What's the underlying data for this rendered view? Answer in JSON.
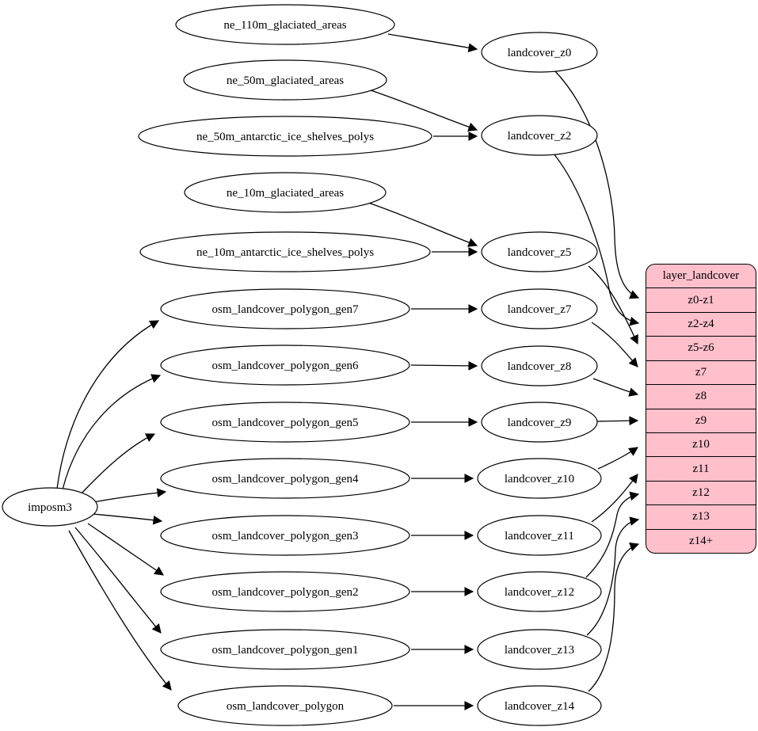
{
  "graph": {
    "imposm3_label": "imposm3",
    "sources": [
      "ne_110m_glaciated_areas",
      "ne_50m_glaciated_areas",
      "ne_50m_antarctic_ice_shelves_polys",
      "ne_10m_glaciated_areas",
      "ne_10m_antarctic_ice_shelves_polys",
      "osm_landcover_polygon_gen7",
      "osm_landcover_polygon_gen6",
      "osm_landcover_polygon_gen5",
      "osm_landcover_polygon_gen4",
      "osm_landcover_polygon_gen3",
      "osm_landcover_polygon_gen2",
      "osm_landcover_polygon_gen1",
      "osm_landcover_polygon"
    ],
    "views": [
      "landcover_z0",
      "landcover_z2",
      "landcover_z5",
      "landcover_z7",
      "landcover_z8",
      "landcover_z9",
      "landcover_z10",
      "landcover_z11",
      "landcover_z12",
      "landcover_z13",
      "landcover_z14"
    ]
  },
  "table": {
    "title": "layer_landcover",
    "rows": [
      "z0-z1",
      "z2-z4",
      "z5-z6",
      "z7",
      "z8",
      "z9",
      "z10",
      "z11",
      "z12",
      "z13",
      "z14+"
    ]
  },
  "colors": {
    "table_fill": "#ffc0cb",
    "node_fill": "#ffffff",
    "stroke": "#000000"
  }
}
